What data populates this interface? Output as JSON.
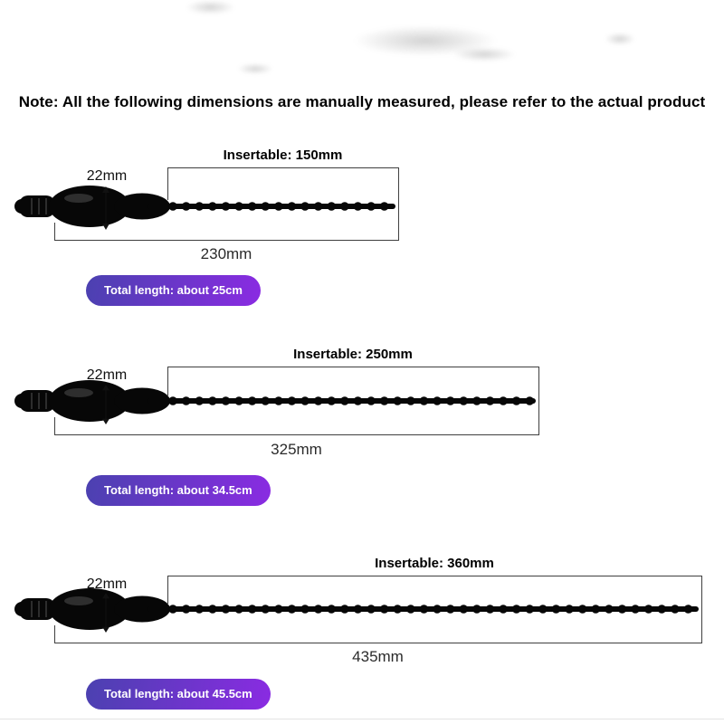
{
  "note": "Note: All the following dimensions are manually measured, please refer to the actual product",
  "colors": {
    "badge_gradient_start": "#4b41b0",
    "badge_gradient_end": "#8a2be2",
    "badge_text": "#ffffff",
    "product": "#070707",
    "dimension_line": "#3f3f3f"
  },
  "rows": [
    {
      "insertable_label": "Insertable: 150mm",
      "width_label": "22mm",
      "length_label": "230mm",
      "badge_label": "Total length: about 25cm"
    },
    {
      "insertable_label": "Insertable: 250mm",
      "width_label": "22mm",
      "length_label": "325mm",
      "badge_label": "Total length: about 34.5cm"
    },
    {
      "insertable_label": "Insertable: 360mm",
      "width_label": "22mm",
      "length_label": "435mm",
      "badge_label": "Total length: about 45.5cm"
    }
  ]
}
